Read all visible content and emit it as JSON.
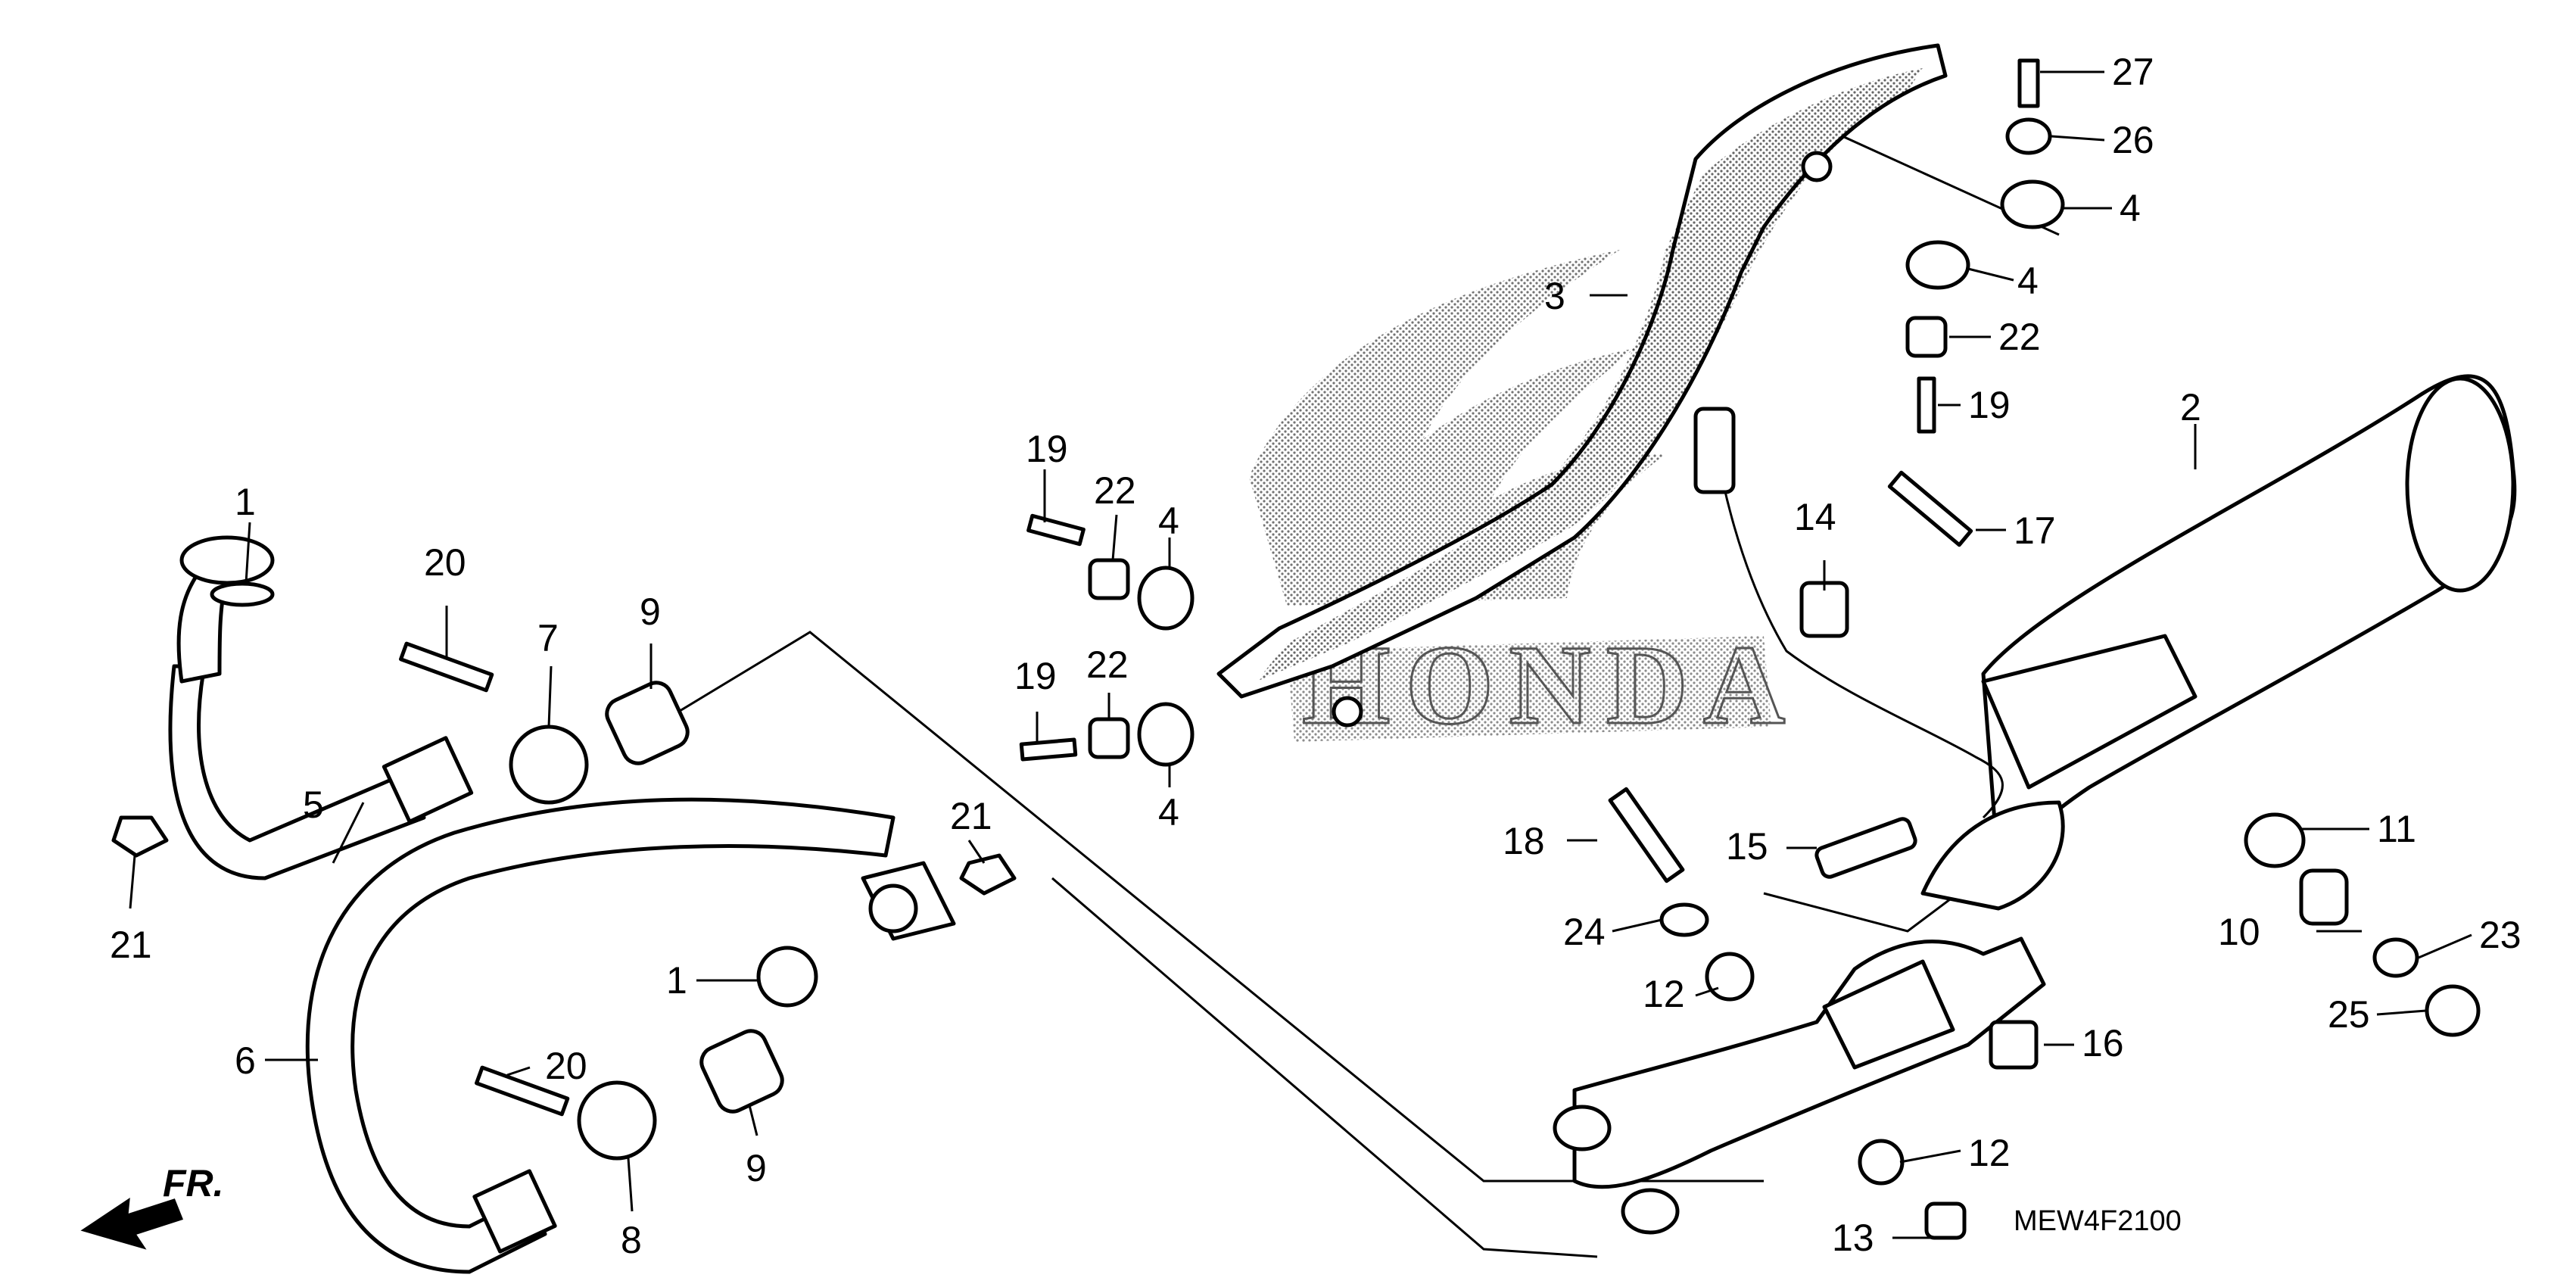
{
  "diagram": {
    "drawing_code": "MEW4F2100",
    "front_indicator": "FR.",
    "watermark": "HONDA",
    "callouts": {
      "c1a": "1",
      "c1b": "1",
      "c2": "2",
      "c3": "3",
      "c4a": "4",
      "c4b": "4",
      "c4c": "4",
      "c4d": "4",
      "c5": "5",
      "c6": "6",
      "c7": "7",
      "c8": "8",
      "c9a": "9",
      "c9b": "9",
      "c10": "10",
      "c11": "11",
      "c12a": "12",
      "c12b": "12",
      "c13": "13",
      "c14": "14",
      "c15": "15",
      "c16": "16",
      "c17": "17",
      "c18": "18",
      "c19a": "19",
      "c19b": "19",
      "c19c": "19",
      "c20a": "20",
      "c20b": "20",
      "c21a": "21",
      "c21b": "21",
      "c22a": "22",
      "c22b": "22",
      "c22c": "22",
      "c23": "23",
      "c24": "24",
      "c25": "25",
      "c26": "26",
      "c27": "27"
    }
  }
}
